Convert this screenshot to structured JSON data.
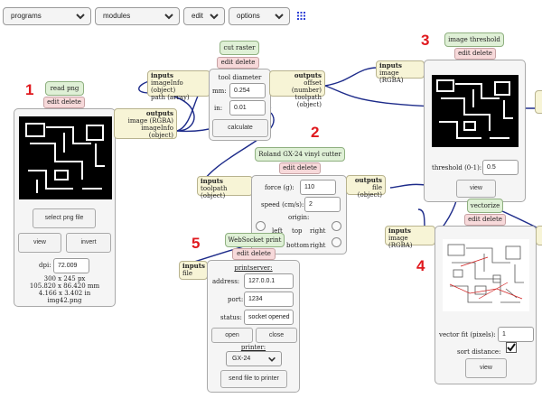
{
  "menu": {
    "programs": "programs",
    "modules": "modules",
    "edit": "edit",
    "options": "options"
  },
  "markers": {
    "m1": "1",
    "m2": "2",
    "m3": "3",
    "m4": "4",
    "m5": "5"
  },
  "read_png": {
    "title": "read png",
    "edit_delete": "edit delete",
    "outputs_label": "outputs",
    "outputs": [
      "image (RGBA)",
      "imageInfo (object)"
    ],
    "select_btn": "select png file",
    "view_btn": "view",
    "invert_btn": "invert",
    "dpi_label": "dpi:",
    "dpi_value": "72.009",
    "info1": "300 x 245 px",
    "info2": "105.820 x 86.420 mm",
    "info3": "4.166 x 3.402 in",
    "info4": "img42.png"
  },
  "cut_raster": {
    "title": "cut raster",
    "edit_delete": "edit delete",
    "inputs_label": "inputs",
    "inputs": [
      "imageInfo (object)",
      "path (array)"
    ],
    "outputs_label": "outputs",
    "outputs": [
      "offset (number)",
      "toolpath (object)"
    ],
    "tool_diameter": "tool diameter",
    "mm_label": "mm:",
    "mm_value": "0.254",
    "in_label": "in:",
    "in_value": "0.01",
    "calculate_btn": "calculate"
  },
  "image_threshold": {
    "title": "image threshold",
    "edit_delete": "edit delete",
    "inputs_label": "inputs",
    "inputs": [
      "image (RGBA)"
    ],
    "threshold_label": "threshold (0-1):",
    "threshold_value": "0.5",
    "view_btn": "view"
  },
  "vinyl_cutter": {
    "title": "Roland GX-24 vinyl cutter",
    "edit_delete": "edit delete",
    "inputs_label": "inputs",
    "inputs": [
      "toolpath (object)"
    ],
    "outputs_label": "outputs",
    "outputs": [
      "file (object)"
    ],
    "force_label": "force (g):",
    "force_value": "110",
    "speed_label": "speed (cm/s):",
    "speed_value": "2",
    "origin_label": "origin:",
    "left_label": "left",
    "top_label": "top",
    "right_label": "right",
    "bottom_label": "bottom",
    "bottom_right_label": "right"
  },
  "websocket": {
    "title": "WebSocket print",
    "edit_delete": "edit delete",
    "inputs_label": "inputs",
    "inputs": [
      "file"
    ],
    "printserver_label": "printserver:",
    "address_label": "address:",
    "address_value": "127.0.0.1",
    "port_label": "port:",
    "port_value": "1234",
    "status_label": "status:",
    "status_value": "socket opened",
    "open_btn": "open",
    "close_btn": "close",
    "printer_label": "printer:",
    "printer_value": "GX-24",
    "send_btn": "send file to printer"
  },
  "vectorize": {
    "title": "vectorize",
    "edit_delete": "edit delete",
    "inputs_label": "inputs",
    "inputs": [
      "image (RGBA)"
    ],
    "vector_fit_label": "vector fit (pixels):",
    "vector_fit_value": "1",
    "sort_label": "sort distance:",
    "view_btn": "view"
  }
}
